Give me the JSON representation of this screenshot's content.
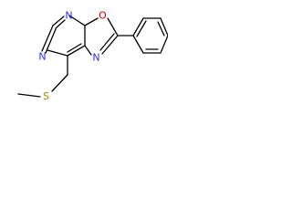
{
  "structure": {
    "colors": {
      "bond": "#000000",
      "nitrogen": "#2b2bff",
      "oxygen": "#e00000",
      "sulfur": "#b38a00"
    },
    "atoms": {
      "n_top": "N",
      "n_left": "N",
      "o_ring": "O",
      "n_ring": "N",
      "s_thioether": "S"
    }
  }
}
